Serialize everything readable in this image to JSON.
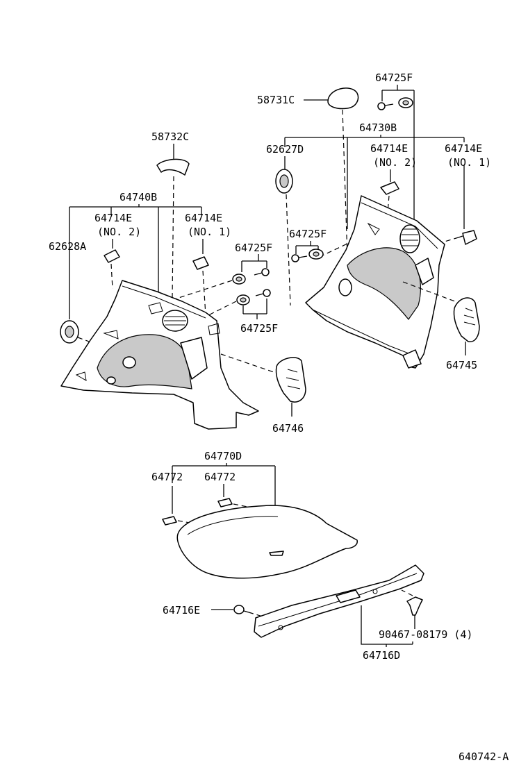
{
  "labels": {
    "p64725f_top": "64725F",
    "p58731c": "58731C",
    "p64730b": "64730B",
    "p62627d": "62627D",
    "p64714e_no2_right": "64714E",
    "no2_right": "(NO. 2)",
    "p64714e_no1_right": "64714E",
    "no1_right": "(NO. 1)",
    "p58732c": "58732C",
    "p64740b": "64740B",
    "p64714e_no2_left": "64714E",
    "no2_left": "(NO. 2)",
    "p64714e_no1_left": "64714E",
    "no1_left": "(NO. 1)",
    "p62628a": "62628A",
    "p64725f_mid_right": "64725F",
    "p64725f_mid_left_top": "64725F",
    "p64725f_mid_left_bottom": "64725F",
    "p64745": "64745",
    "p64746": "64746",
    "p64770d": "64770D",
    "p64772_left": "64772",
    "p64772_right": "64772",
    "p64716e": "64716E",
    "p90467": "90467-08179 (4)",
    "p64716d": "64716D",
    "figure_code": "640742-A"
  }
}
